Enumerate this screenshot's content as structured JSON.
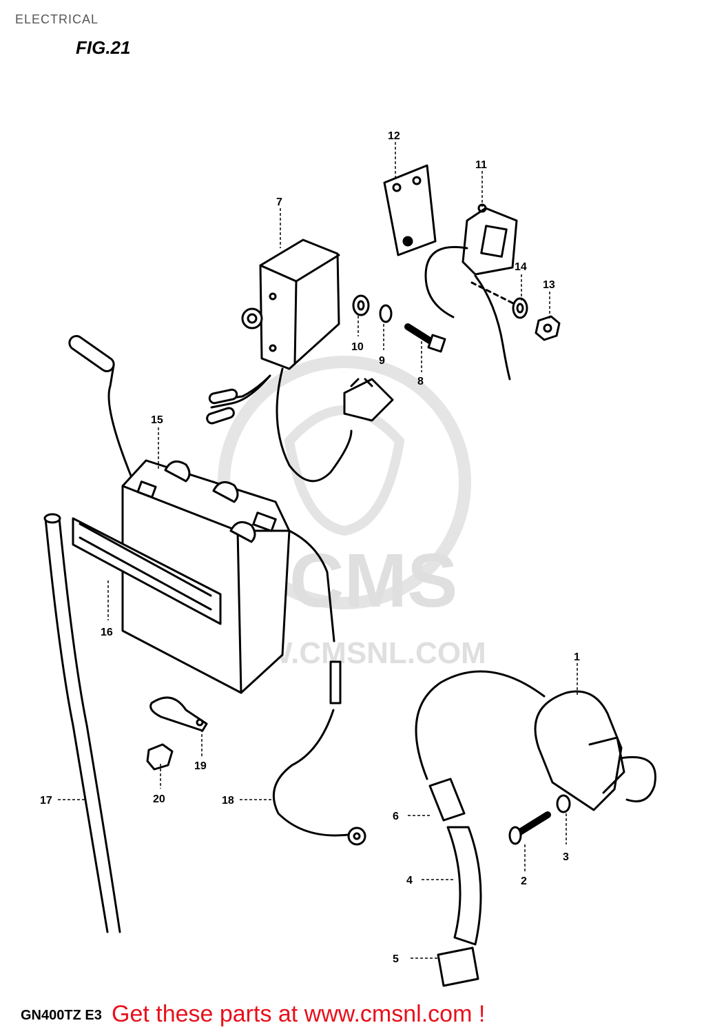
{
  "header": {
    "title": "ELECTRICAL",
    "figure": "FIG.21"
  },
  "footer": {
    "model": "GN400TZ  E3",
    "promo": "Get these parts at www.cmsnl.com !"
  },
  "watermark": {
    "brand": "CMS",
    "url": "WWW.CMSNL.COM"
  },
  "callouts": [
    "1",
    "2",
    "3",
    "4",
    "5",
    "6",
    "7",
    "8",
    "9",
    "10",
    "11",
    "12",
    "13",
    "14",
    "15",
    "16",
    "17",
    "18",
    "19",
    "20"
  ],
  "colors": {
    "ink": "#000000",
    "promo": "#e8101b",
    "watermark": "#d9d9d9"
  }
}
